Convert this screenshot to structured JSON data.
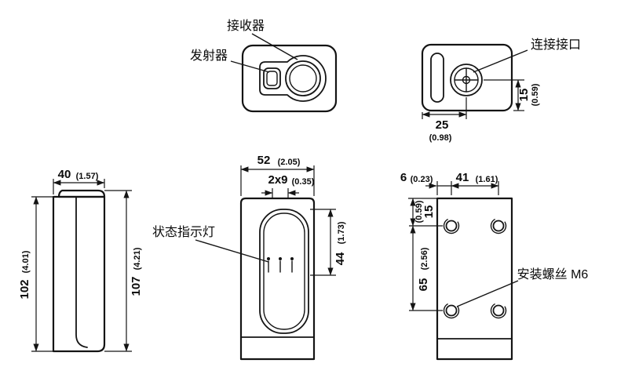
{
  "colors": {
    "line": "#141414",
    "background": "#ffffff"
  },
  "views": {
    "top_optics": {
      "label_receiver": "接收器",
      "label_transmitter": "发射器"
    },
    "top_connector": {
      "label_connector": "连接接口",
      "dim_width_mm": "25",
      "dim_width_in": "(0.98)",
      "dim_height_mm": "15",
      "dim_height_in": "(0.59)"
    },
    "side": {
      "dim_depth_mm": "40",
      "dim_depth_in": "(1.57)",
      "dim_body_mm": "102",
      "dim_body_in": "(4.01)",
      "dim_total_mm": "107",
      "dim_total_in": "(4.21)"
    },
    "front": {
      "label_status": "状态指示灯",
      "dim_width_mm": "52",
      "dim_width_in": "(2.05)",
      "dim_slots_mm": "2x9",
      "dim_slots_in": "(0.35)",
      "dim_window_mm": "44",
      "dim_window_in": "(1.73)"
    },
    "rear": {
      "label_screw": "安装螺丝 M6",
      "dim_edge_mm": "6",
      "dim_edge_in": "(0.23)",
      "dim_holes_h_mm": "41",
      "dim_holes_h_in": "(1.61)",
      "dim_top_mm": "15",
      "dim_top_in": "(0.59)",
      "dim_holes_v_mm": "65",
      "dim_holes_v_in": "(2.56)"
    }
  }
}
